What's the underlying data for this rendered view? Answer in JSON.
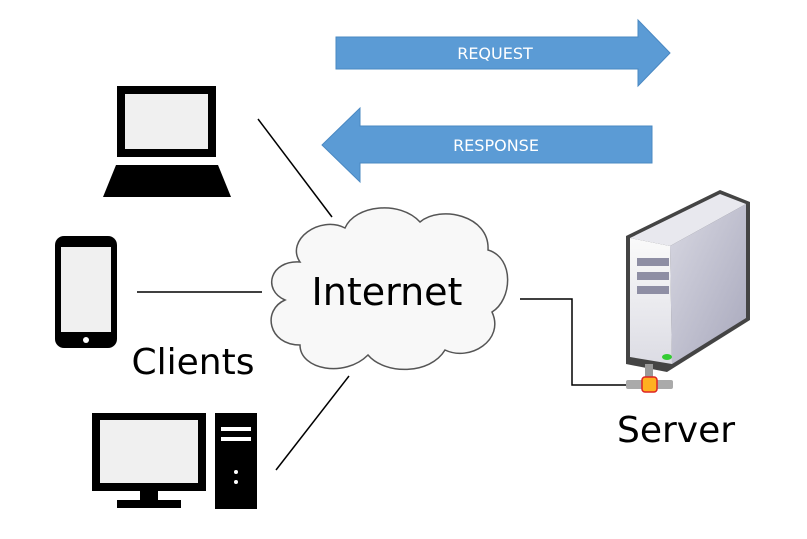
{
  "arrows": {
    "request": "REQUEST",
    "response": "RESPONSE",
    "color": "#5b9bd5"
  },
  "labels": {
    "internet": "Internet",
    "clients": "Clients",
    "server": "Server"
  },
  "icons": [
    "laptop-icon",
    "smartphone-icon",
    "desktop-computer-icon",
    "cloud-icon",
    "server-icon"
  ]
}
